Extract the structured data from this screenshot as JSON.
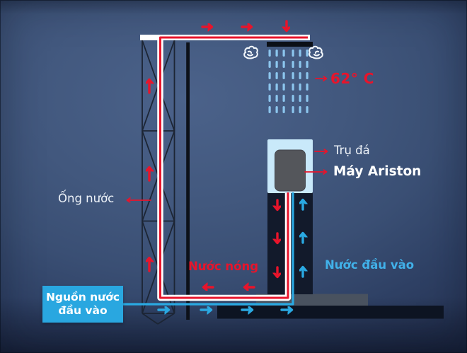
{
  "diagram_title": "Ariston water heater flow demo",
  "labels": {
    "temperature": "62° C",
    "ong_nuoc": "Ống nước",
    "tru_da": "Trụ đá",
    "may_ariston": "Máy Ariston",
    "nuoc_nong": "Nước nóng",
    "nuoc_dau_vao": "Nước đầu vào",
    "nguon_line1": "Nguồn nước",
    "nguon_line2": "đầu vào"
  },
  "colors": {
    "hot_water": "#e8142b",
    "cold_water": "#2aa9e2",
    "spray_droplets": "#8cc6ee",
    "source_label_box": "#29a7e0",
    "blue_label_text": "#41b1e9",
    "background_blue": "#42587e",
    "stone_pillar_fill": "#c9e9fa",
    "ariston_machine": "#54565b",
    "dark_column": "#121a2b",
    "ground_bar": "#0d1422",
    "platform": "#49525f"
  },
  "icons": [
    "steam-cloud-icon",
    "shower-spray-icon",
    "flow-arrow-icon",
    "pointer-arrow-icon"
  ]
}
